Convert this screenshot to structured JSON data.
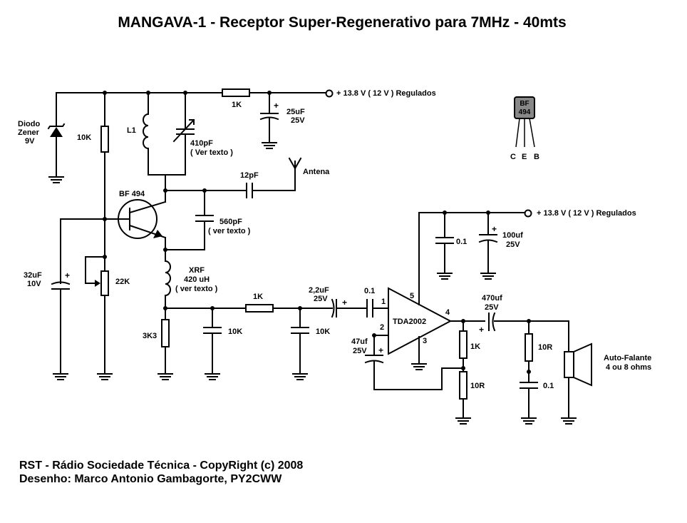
{
  "title": "MANGAVA-1 - Receptor Super-Regenerativo para 7MHz - 40mts",
  "credits": {
    "line1": "RST - Rádio Sociedade Técnica - CopyRight (c) 2008",
    "line2": "Desenho: Marco Antonio Gambagorte, PY2CWW"
  },
  "supply": {
    "top": "+ 13.8 V  ( 12 V )  Regulados",
    "amp": "+ 13.8 V  ( 12 V )  Regulados"
  },
  "components": {
    "zener_name": "Diodo",
    "zener_type": "Zener",
    "zener_v": "9V",
    "r10k": "10K",
    "l1": "L1",
    "cvar_value": "410pF",
    "cvar_note": "( Ver texto )",
    "r1k_top": "1K",
    "c25u_value": "25uF",
    "c25u_v": "25V",
    "c12p": "12pF",
    "antenna": "Antena",
    "transistor": "BF 494",
    "c560p_value": "560pF",
    "c560p_note": "( ver texto )",
    "c32u_value": "32uF",
    "c32u_v": "10V",
    "pot22k": "22K",
    "xrf_name": "XRF",
    "xrf_value": "420 uH",
    "xrf_note": "( ver texto )",
    "r3k3": "3K3",
    "c10k_a": "10K",
    "r1k_mid": "1K",
    "c10k_b": "10K",
    "c22u_value": "2,2uF",
    "c22u_v": "25V",
    "c01_in": "0.1",
    "c47u_value": "47uf",
    "c47u_v": "25V",
    "ic": "TDA2002",
    "pin1": "1",
    "pin2": "2",
    "pin3": "3",
    "pin4": "4",
    "pin5": "5",
    "c01_sup": "0.1",
    "c100u_value": "100uf",
    "c100u_v": "25V",
    "c470u_value": "470uf",
    "c470u_v": "25V",
    "r1k_fb": "1K",
    "r10r_fb": "10R",
    "r10r_out": "10R",
    "c01_out": "0.1",
    "speaker_name": "Auto-Falante",
    "speaker_imp": "4 ou 8 ohms",
    "pkg_line1": "BF",
    "pkg_line2": "494",
    "pin_c": "C",
    "pin_e": "E",
    "pin_b": "B"
  }
}
